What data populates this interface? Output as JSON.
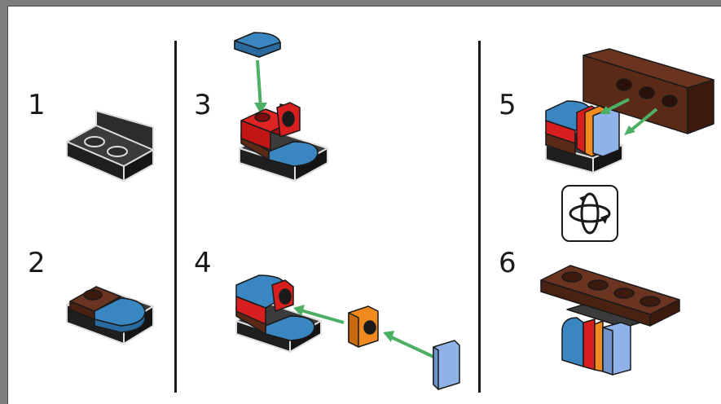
{
  "steps": [
    {
      "number": "1"
    },
    {
      "number": "2"
    },
    {
      "number": "3"
    },
    {
      "number": "4"
    },
    {
      "number": "5"
    },
    {
      "number": "6"
    }
  ],
  "icons": {
    "rotate": "rotate-model-icon",
    "arrow": "green-assembly-arrow"
  },
  "colors": {
    "black_brick": "#2c2c2c",
    "blue_brick": "#3a86c0",
    "red_brick": "#d81f1f",
    "brown_brick": "#5a2a16",
    "orange_brick": "#f08a1f",
    "light_blue_brick": "#8fb3e8",
    "arrow": "#4caf63",
    "divider": "#1a1a1a"
  }
}
